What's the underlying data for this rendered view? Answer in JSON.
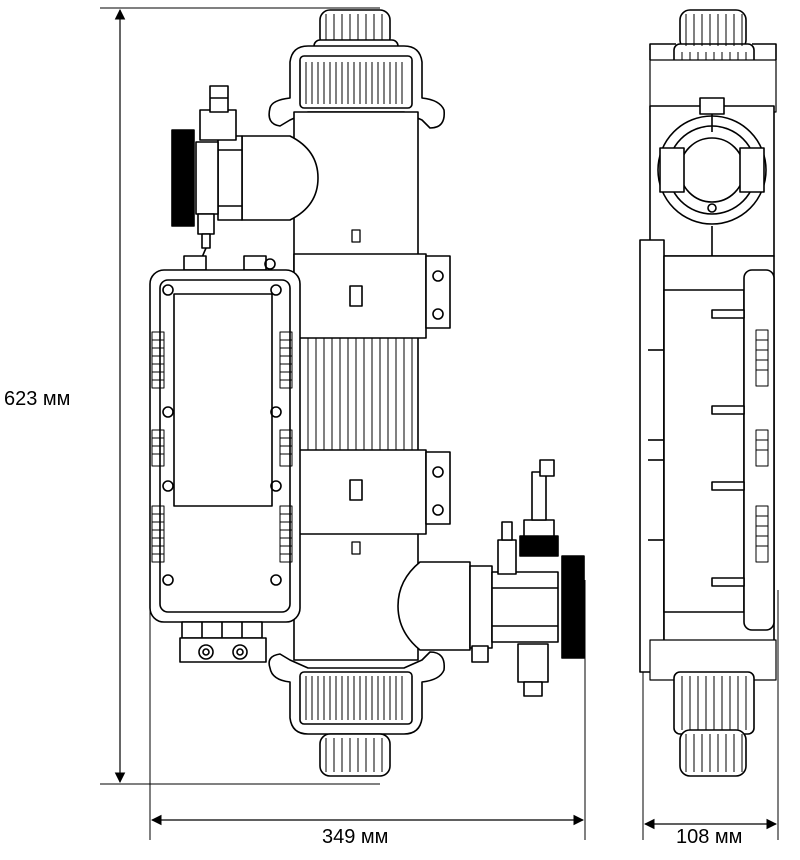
{
  "dimensions": {
    "height": "623 мм",
    "width": "349 мм",
    "depth": "108 мм"
  },
  "colors": {
    "line": "#000000",
    "fill": "#ffffff"
  }
}
